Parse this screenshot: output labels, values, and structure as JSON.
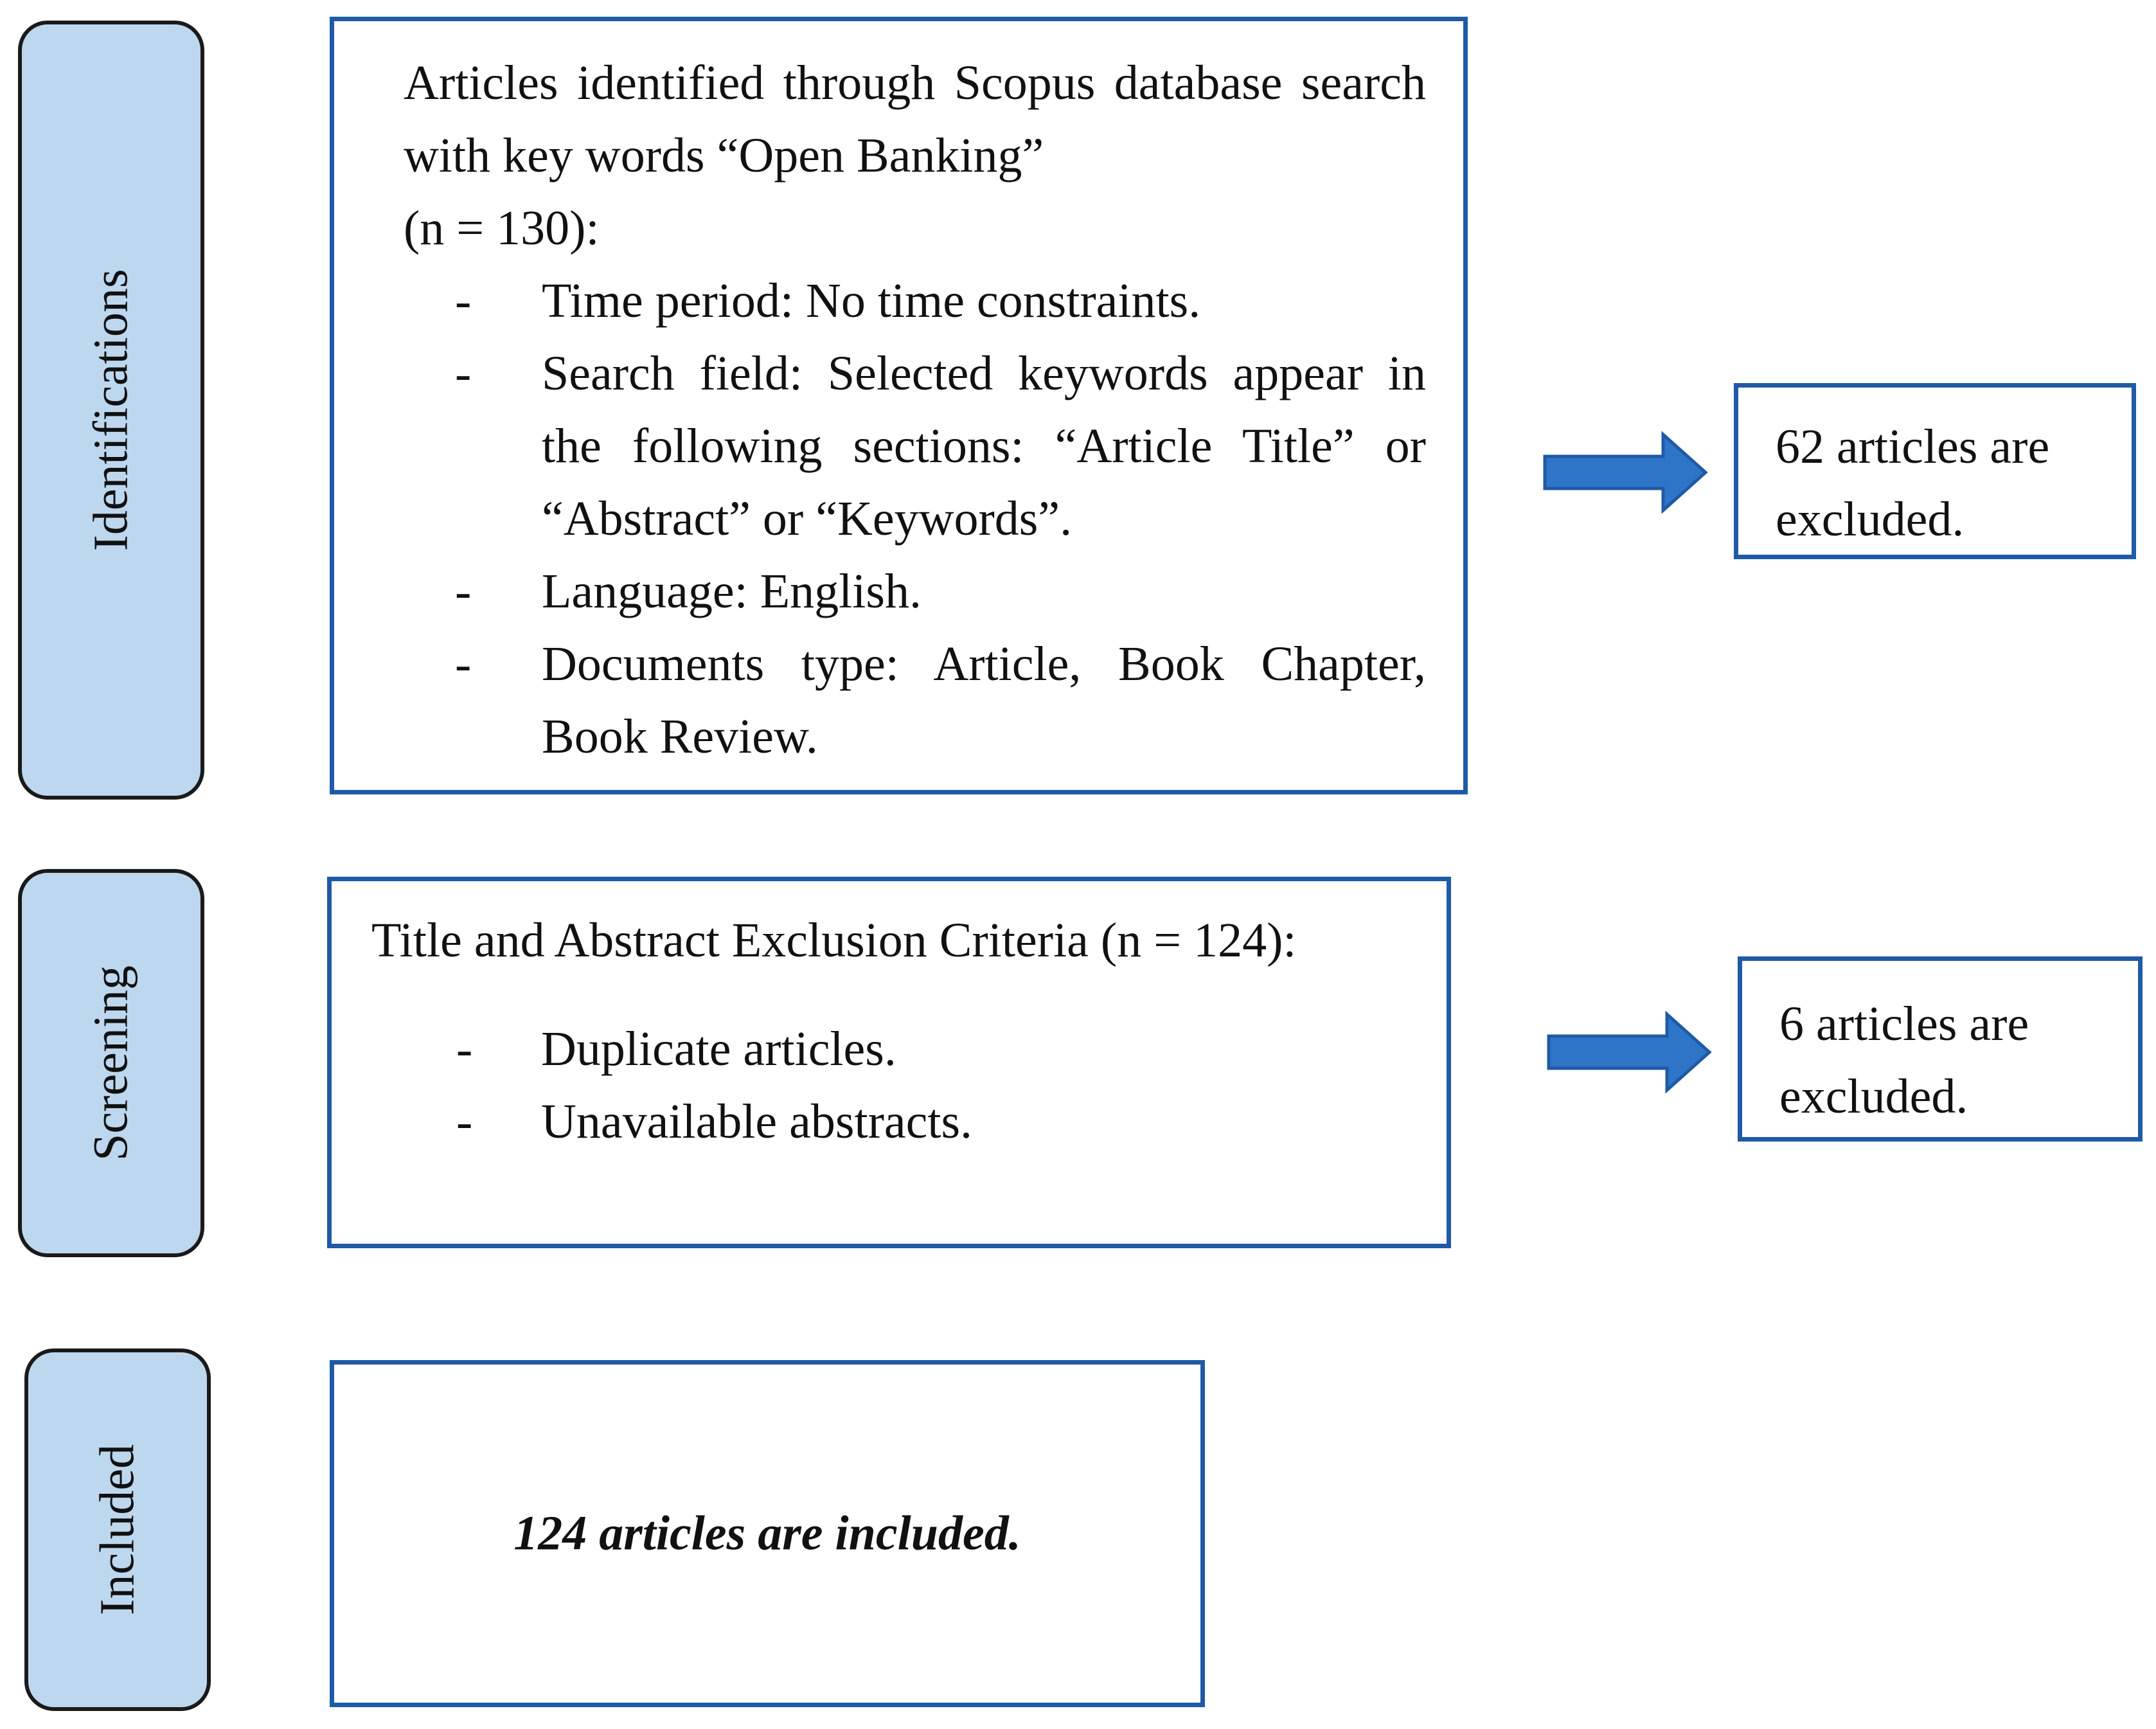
{
  "colors": {
    "stage_fill": "#bdd7ee",
    "box_border": "#1f5aa6",
    "arrow_fill": "#2e75c8",
    "arrow_stroke": "#1f5aa6"
  },
  "stages": {
    "identification": "Identifications",
    "screening": "Screening",
    "included": "Included"
  },
  "identification_box": {
    "intro": "Articles identified through Scopus database search with key words “Open Banking”",
    "count": "(n = 130):",
    "criteria": [
      "Time period: No time constraints.",
      "Search field: Selected keywords appear in the following sections: “Article Title” or “Abstract” or “Keywords”.",
      "Language: English.",
      "Documents type: Article, Book Chapter, Book Review."
    ],
    "bullet": "-"
  },
  "screening_box": {
    "heading": "Title and Abstract Exclusion Criteria (n = 124):",
    "criteria": [
      "Duplicate articles.",
      "Unavailable abstracts."
    ],
    "bullet": "-"
  },
  "exclusions": {
    "identification": "62 articles are excluded.",
    "screening": "6 articles are excluded."
  },
  "included_box": {
    "text": "124 articles are included."
  }
}
